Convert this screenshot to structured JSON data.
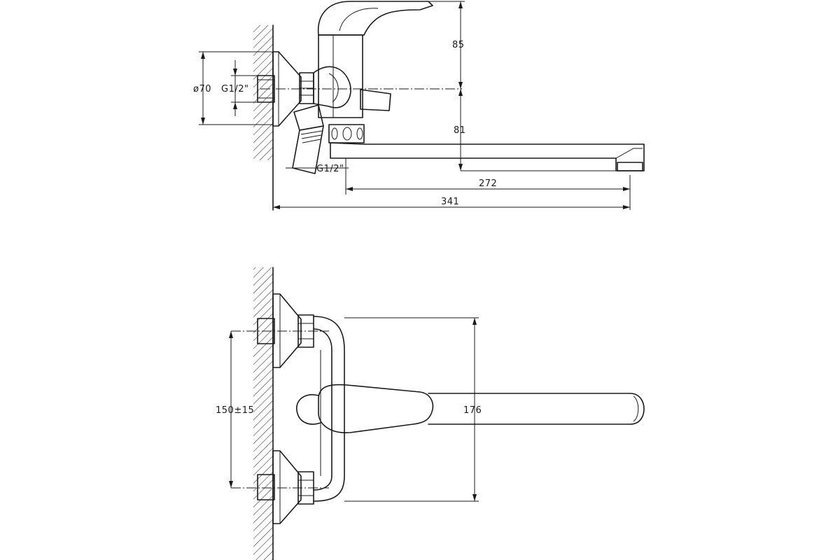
{
  "dimensions": {
    "d70": "ø70",
    "thread_top": "G1/2\"",
    "thread_hose": "G1/2\"",
    "h85": "85",
    "h81": "81",
    "spout272": "272",
    "total341": "341",
    "spacing": "150±15",
    "depth176": "176"
  },
  "colors": {
    "line": "#1a1a1a",
    "background": "#ffffff"
  }
}
